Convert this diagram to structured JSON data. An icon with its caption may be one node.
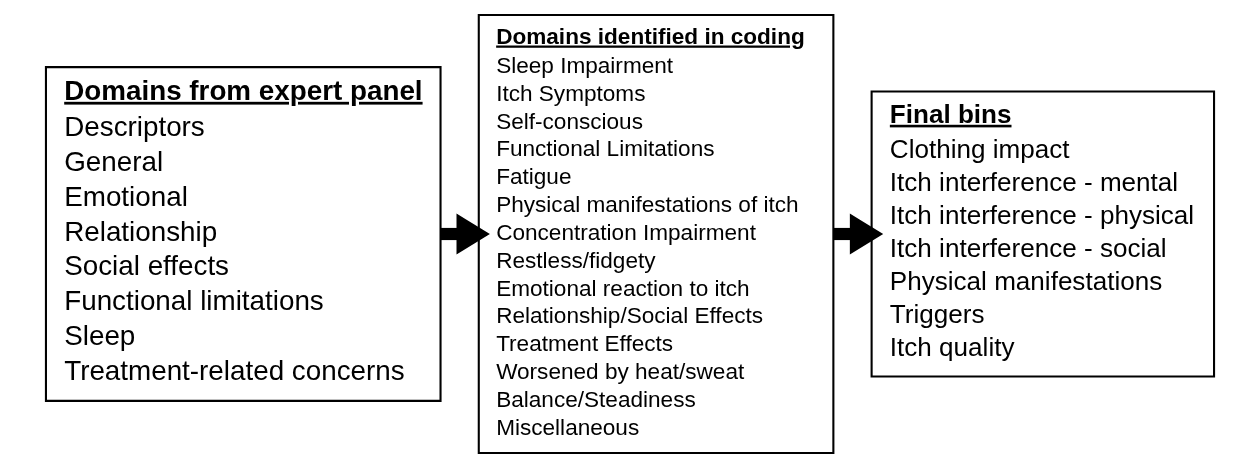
{
  "diagram": {
    "nodes": [
      {
        "text": [
          "Domains from expert panel",
          "Descriptors",
          "General",
          "Emotional",
          "Relationship",
          "Social effects",
          "Functional limitations",
          "Sleep",
          "Treatment-related concerns"
        ]
      },
      {
        "text": [
          "Domains identified in coding",
          "Sleep Impairment",
          "Itch Symptoms",
          "Self-conscious",
          "Functional Limitations",
          "Fatigue",
          "Physical manifestations of itch",
          "Concentration Impairment",
          "Restless/fidgety",
          "Emotional reaction to itch",
          "Relationship/Social Effects",
          "Treatment Effects",
          "Worsened by heat/sweat",
          "Balance/Steadiness",
          "Miscellaneous"
        ]
      },
      {
        "text": [
          "Final bins",
          "Clothing impact",
          "Itch interference - mental",
          "Itch interference - physical",
          "Itch interference - social",
          "Physical manifestations",
          "Triggers",
          "Itch quality"
        ]
      }
    ],
    "edges": [
      {
        "from": 0,
        "to": 1,
        "arrow": "to"
      },
      {
        "from": 1,
        "to": 2,
        "arrow": "to"
      }
    ]
  }
}
